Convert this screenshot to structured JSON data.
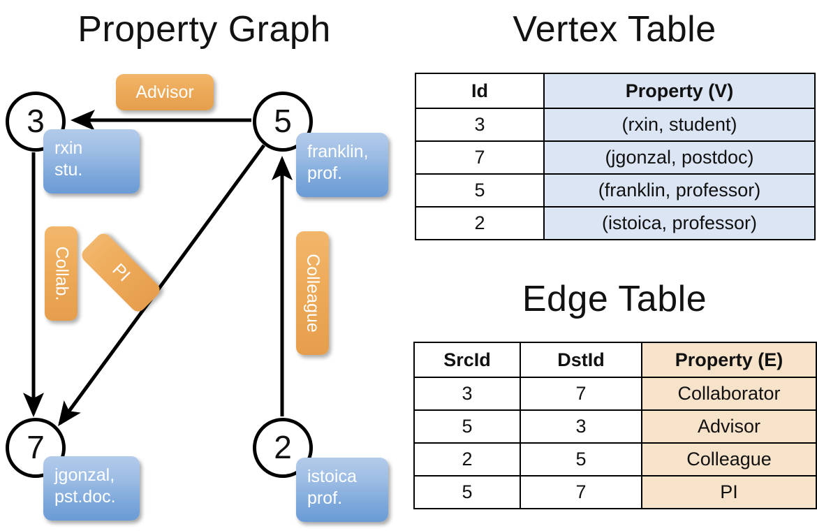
{
  "titles": {
    "property_graph": "Property Graph",
    "vertex_table": "Vertex Table",
    "edge_table": "Edge Table"
  },
  "graph": {
    "vertices": [
      {
        "id": "3",
        "property": "rxin\nstu."
      },
      {
        "id": "5",
        "property": "franklin,\nprof."
      },
      {
        "id": "7",
        "property": "jgonzal,\npst.doc."
      },
      {
        "id": "2",
        "property": "istoica\nprof."
      }
    ],
    "edge_labels": {
      "advisor": "Advisor",
      "collab": "Collab.",
      "pi": "PI",
      "colleague": "Colleague"
    }
  },
  "vertex_table": {
    "columns": [
      "Id",
      "Property (V)"
    ],
    "rows": [
      {
        "id": "3",
        "property": "(rxin, student)"
      },
      {
        "id": "7",
        "property": "(jgonzal, postdoc)"
      },
      {
        "id": "5",
        "property": "(franklin, professor)"
      },
      {
        "id": "2",
        "property": "(istoica, professor)"
      }
    ]
  },
  "edge_table": {
    "columns": [
      "SrcId",
      "DstId",
      "Property (E)"
    ],
    "rows": [
      {
        "src": "3",
        "dst": "7",
        "property": "Collaborator"
      },
      {
        "src": "5",
        "dst": "3",
        "property": "Advisor"
      },
      {
        "src": "2",
        "dst": "5",
        "property": "Colleague"
      },
      {
        "src": "5",
        "dst": "7",
        "property": "PI"
      }
    ]
  },
  "colors": {
    "vertex_property_blue": "#7aa6da",
    "edge_property_orange": "#edaa59",
    "table_blue_fill": "#dbe5f4",
    "table_peach_fill": "#f7e2ca",
    "stroke": "#000000"
  }
}
